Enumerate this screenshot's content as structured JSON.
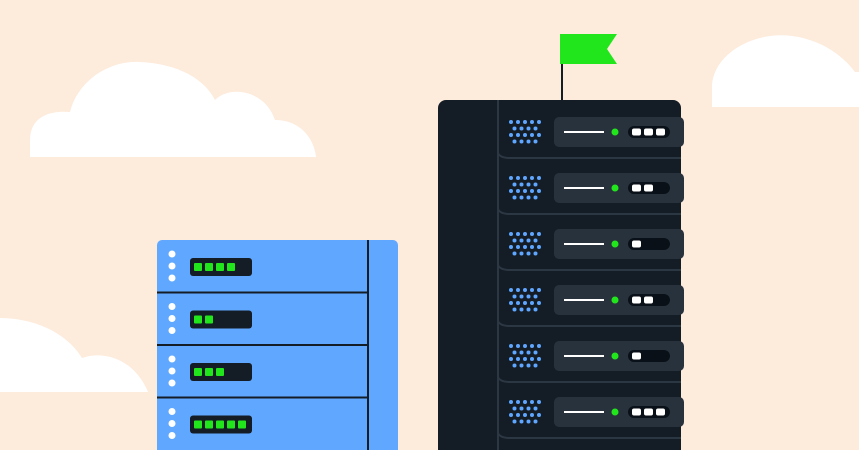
{
  "colors": {
    "background": "#fdebdc",
    "cloud": "#ffffff",
    "flag": "#22e61c",
    "tall_server_body": "#141c25",
    "tall_server_unit_panel": "#28323c",
    "tall_server_vent_dots": "#5ea6ff",
    "led_green": "#22e61c",
    "short_server_body": "#60a8ff",
    "short_server_lines": "#141c25",
    "short_server_dots": "#ffffff",
    "short_server_display": "#141c25"
  },
  "icons": {
    "clouds": [
      "cloud-icon",
      "cloud-icon",
      "cloud-icon"
    ],
    "flag": "flag-icon",
    "servers": [
      "server-rack-icon",
      "server-rack-icon"
    ]
  },
  "tall_server": {
    "units": [
      {
        "indicator_segments": 3
      },
      {
        "indicator_segments": 2
      },
      {
        "indicator_segments": 1
      },
      {
        "indicator_segments": 2
      },
      {
        "indicator_segments": 1
      },
      {
        "indicator_segments": 3
      }
    ]
  },
  "short_server": {
    "units": [
      {
        "green_segments": 4
      },
      {
        "green_segments": 2
      },
      {
        "green_segments": 3
      },
      {
        "green_segments": 5
      }
    ]
  }
}
